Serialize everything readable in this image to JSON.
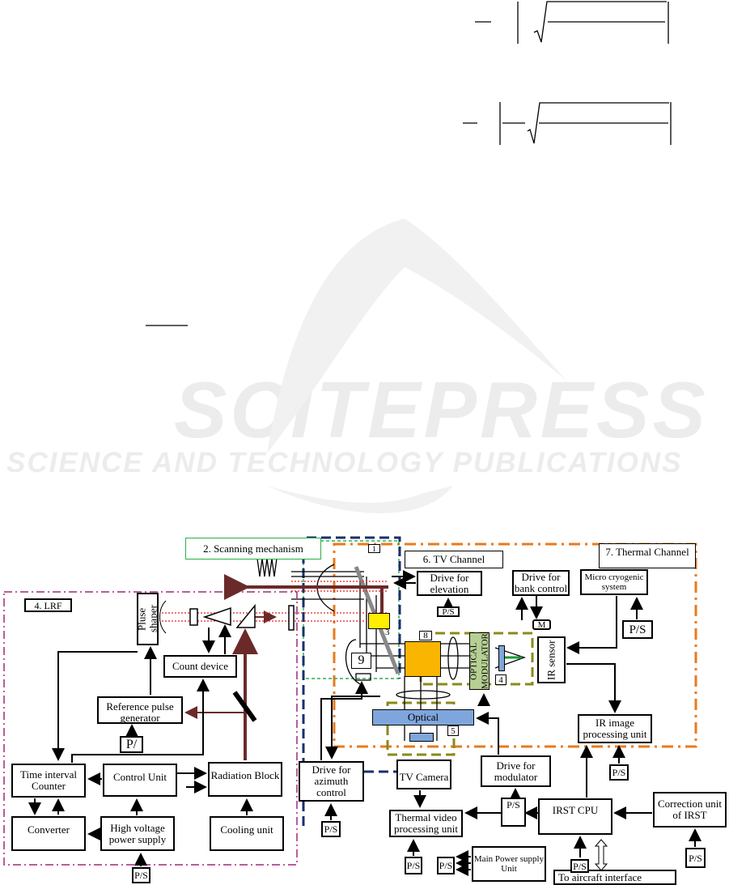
{
  "watermark": {
    "brand": "SCITEPRESS",
    "tagline": "SCIENCE AND TECHNOLOGY PUBLICATIONS"
  },
  "diagram": {
    "regions": {
      "scanning": "2. Scanning mechanism",
      "lrf": "4. LRF",
      "tv_channel": "6. TV Channel",
      "thermal_channel": "7. Thermal Channel"
    },
    "blocks": {
      "pulse_shaper": "Pluse shaper",
      "count_device": "Count device",
      "reference_pulse": "Reference pulse generator",
      "ps_partial": "P/",
      "time_interval": "Time interval Counter",
      "control_unit": "Control Unit",
      "radiation_block": "Radiation Block",
      "converter": "Converter",
      "high_voltage": "High voltage power supply",
      "cooling_unit": "Cooling unit",
      "drive_azimuth": "Drive for azimuth control",
      "drive_elevation": "Drive for elevation",
      "drive_bank": "Drive for bank control",
      "micro_cryogenic": "Micro cryogenic system",
      "motor": "M",
      "ir_sensor": "IR sensor",
      "optical_modulator": "OPTICAL MODULATOR",
      "optical": "Optical",
      "ir_image_processing": "IR image processing unit",
      "drive_modulator": "Drive for modulator",
      "tv_camera": "TV Camera",
      "thermal_video": "Thermal video processing unit",
      "main_power": "Main Power supply Unit",
      "irst_cpu": "IRST CPU",
      "correction_unit": "Correction unit of IRST",
      "aircraft_interface": "To aircraft interface",
      "ps": "P/S"
    },
    "numbers": {
      "n1": "1",
      "n3": "3",
      "n4": "4",
      "n5": "5",
      "n8": "8",
      "n9": "9"
    }
  }
}
